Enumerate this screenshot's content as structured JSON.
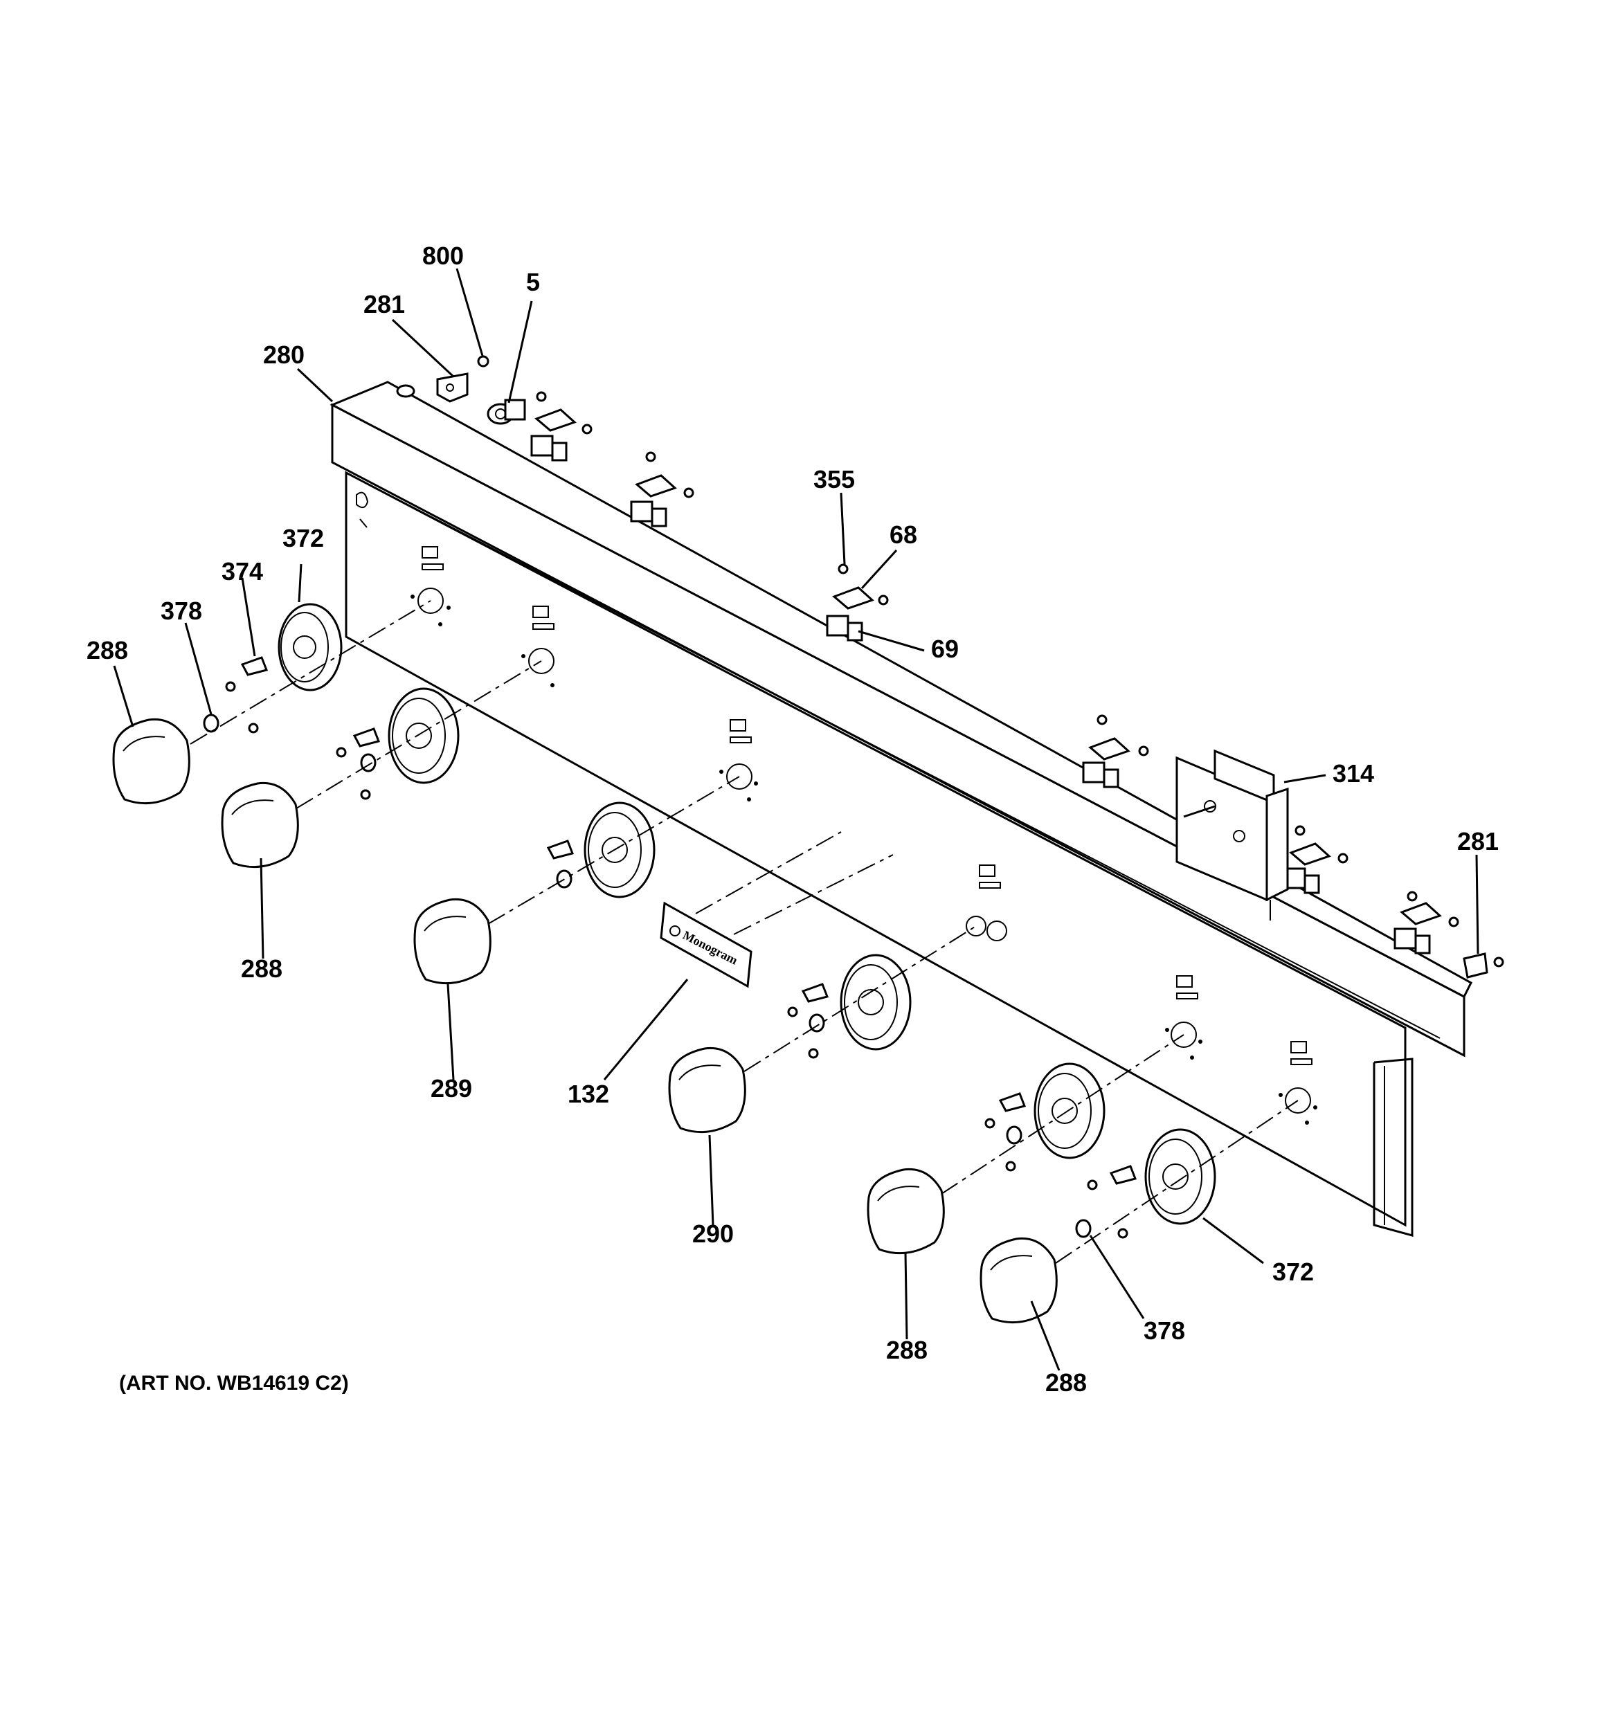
{
  "callouts": [
    {
      "id": "c-800",
      "label": "800"
    },
    {
      "id": "c-5",
      "label": "5"
    },
    {
      "id": "c-281-top",
      "label": "281"
    },
    {
      "id": "c-280",
      "label": "280"
    },
    {
      "id": "c-355",
      "label": "355"
    },
    {
      "id": "c-68",
      "label": "68"
    },
    {
      "id": "c-69",
      "label": "69"
    },
    {
      "id": "c-372-left",
      "label": "372"
    },
    {
      "id": "c-374",
      "label": "374"
    },
    {
      "id": "c-378-left",
      "label": "378"
    },
    {
      "id": "c-288-a",
      "label": "288"
    },
    {
      "id": "c-288-b",
      "label": "288"
    },
    {
      "id": "c-289",
      "label": "289"
    },
    {
      "id": "c-132",
      "label": "132"
    },
    {
      "id": "c-290",
      "label": "290"
    },
    {
      "id": "c-314",
      "label": "314"
    },
    {
      "id": "c-281-right",
      "label": "281"
    },
    {
      "id": "c-372-right",
      "label": "372"
    },
    {
      "id": "c-378-right",
      "label": "378"
    },
    {
      "id": "c-288-c",
      "label": "288"
    },
    {
      "id": "c-288-d",
      "label": "288"
    }
  ],
  "art_number": "(ART NO. WB14619 C2)",
  "badge_text": "Monogram"
}
